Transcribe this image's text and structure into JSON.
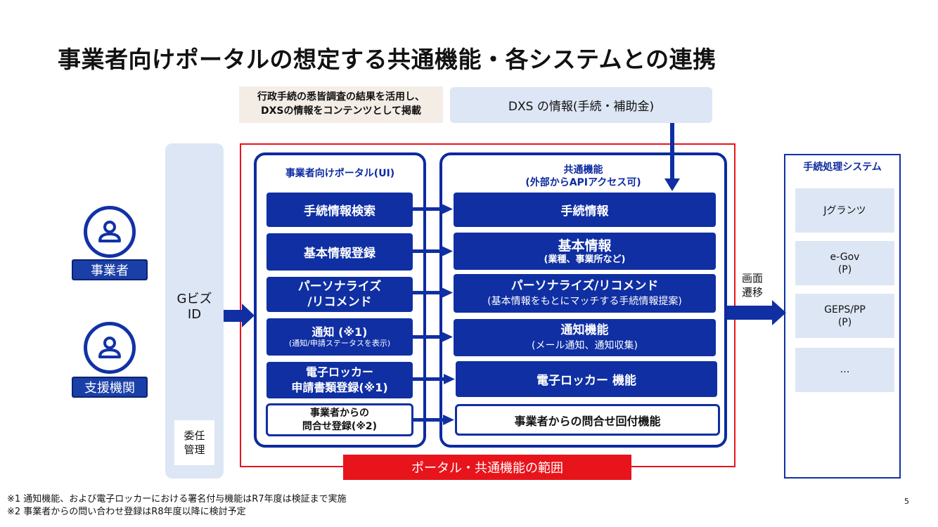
{
  "title": "事業者向けポータルの想定する共通機能・各システムとの連携",
  "note": {
    "line1": "行政手続の悉皆調査の結果を活用し、",
    "line2": "DXSの情報をコンテンツとして掲載"
  },
  "dxs_box": "DXS の情報(手続・補助金)",
  "actors": [
    {
      "label": "事業者",
      "icon": "person-icon"
    },
    {
      "label": "支援機関",
      "icon": "person-icon"
    }
  ],
  "gbiz": {
    "line1": "Gビズ",
    "line2": "ID",
    "sub_line1": "委任",
    "sub_line2": "管理"
  },
  "portal": {
    "title": "事業者向けポータル(UI)",
    "items": [
      {
        "line1": "手続情報検索"
      },
      {
        "line1": "基本情報登録"
      },
      {
        "line1": "パーソナライズ",
        "line2": "/リコメンド"
      },
      {
        "line1": "通知 (※1)",
        "sub": "(通知/申請ステータスを表示)"
      },
      {
        "line1": "電子ロッカー",
        "line2": "申請書類登録(※1)"
      },
      {
        "line1": "事業者からの",
        "line2": "問合せ登録(※2)"
      }
    ]
  },
  "common": {
    "title_line1": "共通機能",
    "title_line2": "(外部からAPIアクセス可)",
    "items": [
      {
        "line1": "手続情報"
      },
      {
        "line1": "基本情報",
        "sub": "(業種、事業所など)"
      },
      {
        "line1": "パーソナライズ/リコメンド",
        "sub": "(基本情報をもとにマッチする手続情報提案)"
      },
      {
        "line1": "通知機能",
        "sub": "(メール通知、通知収集)"
      },
      {
        "line1": "電子ロッカー 機能"
      },
      {
        "line1": "事業者からの問合せ回付機能"
      }
    ]
  },
  "scope_label": "ポータル・共通機能の範囲",
  "transition_label": {
    "line1": "画面",
    "line2": "遷移"
  },
  "systems": {
    "title": "手続処理システム",
    "items": [
      {
        "line1": "Jグランツ"
      },
      {
        "line1": "e-Gov",
        "line2": "(P)"
      },
      {
        "line1": "GEPS/PP",
        "line2": "(P)"
      },
      {
        "line1": "…"
      }
    ]
  },
  "footnotes": [
    "※1 通知機能、および電子ロッカーにおける署名付与機能はR7年度は検証まで実施",
    "※2 事業者からの問い合わせ登録はR8年度以降に検討予定"
  ],
  "page_number": "5",
  "colors": {
    "primary_blue": "#0f2fa3",
    "light_blue": "#dde6f5",
    "scope_red": "#e8141b",
    "note_beige": "#f3ede6"
  }
}
